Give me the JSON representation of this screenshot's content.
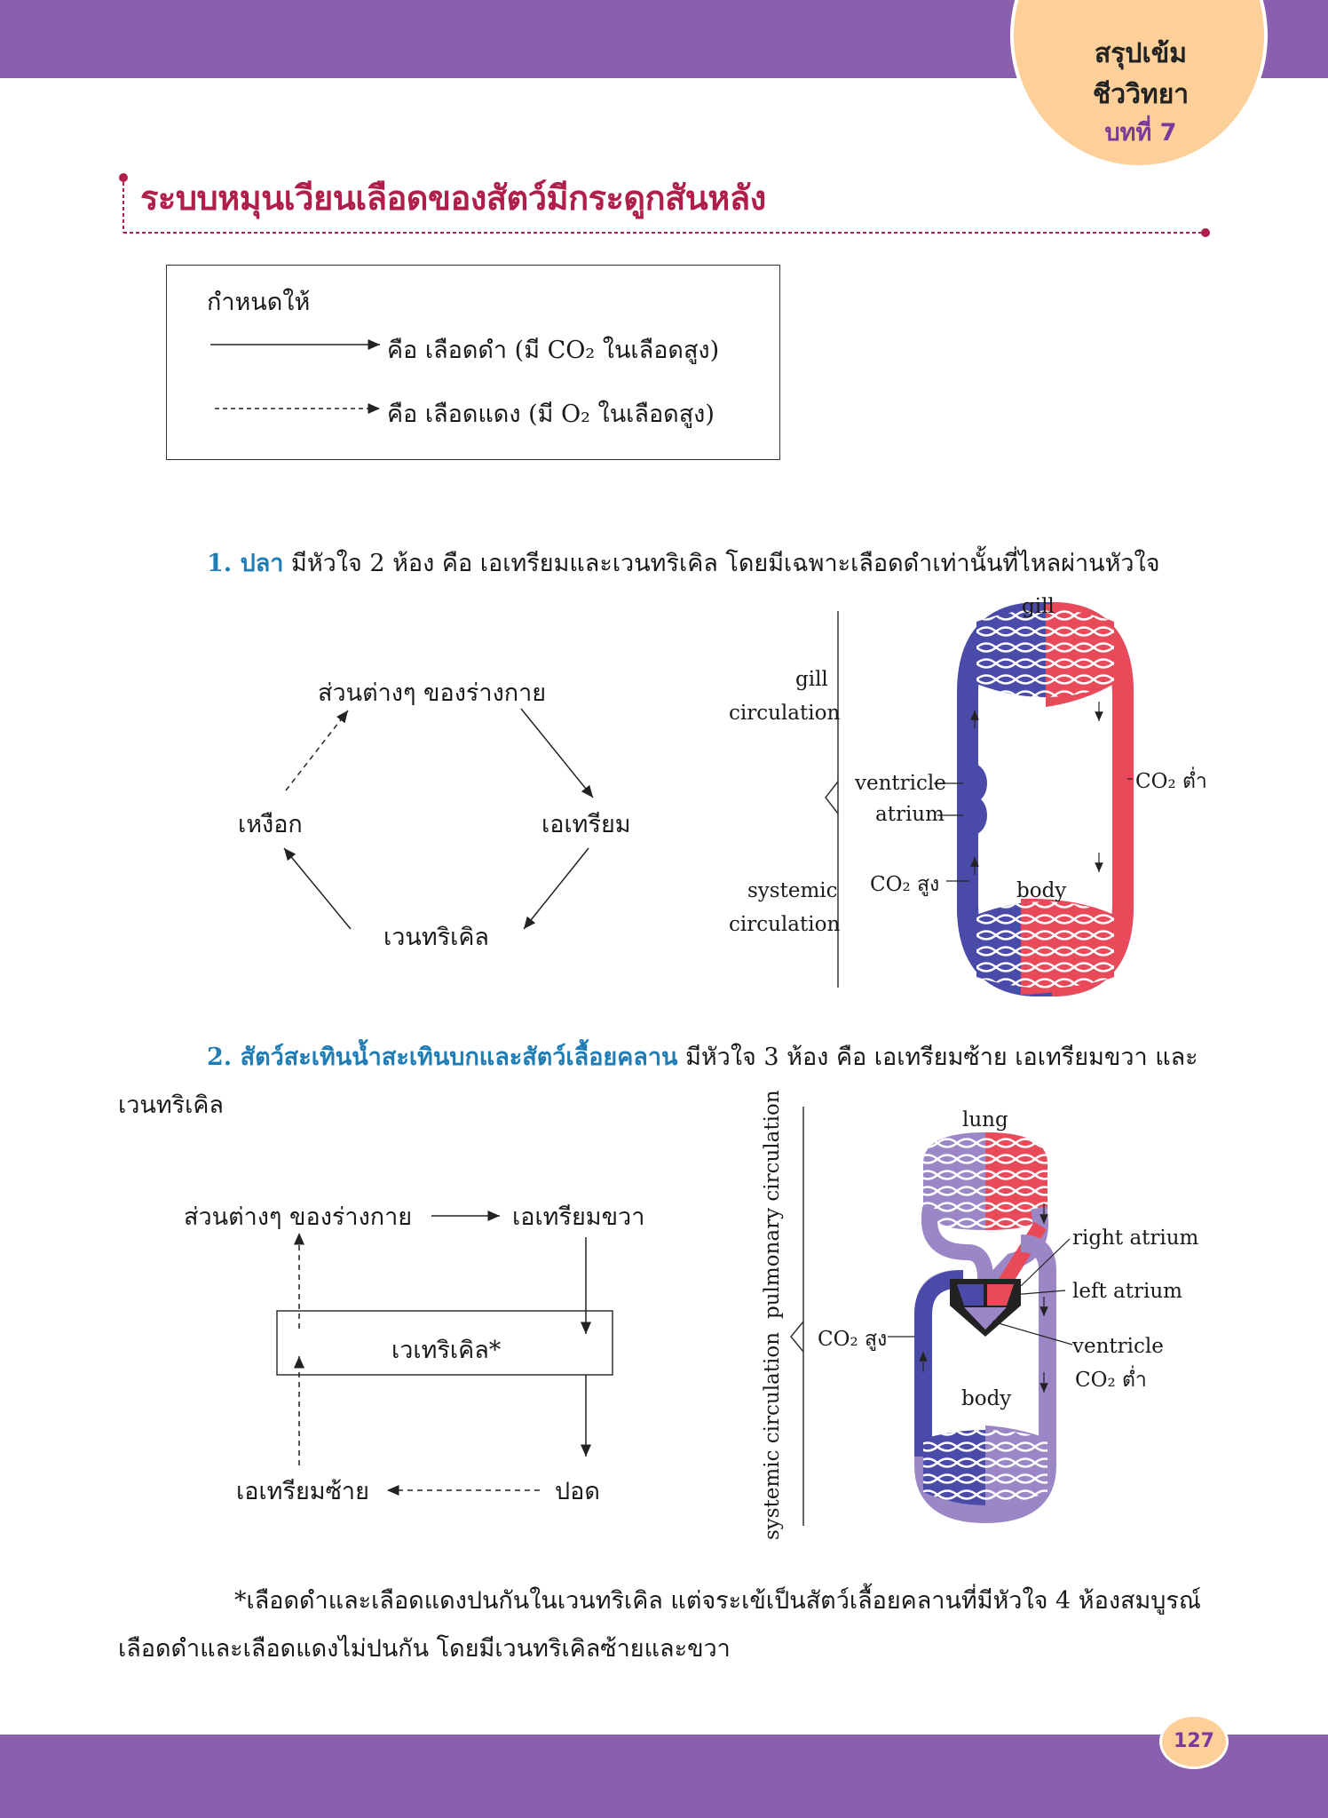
{
  "header": {
    "badge_line1": "สรุปเข้ม",
    "badge_line2": "ชีววิทยา",
    "badge_line3": "บทที่ 7"
  },
  "section_title": "ระบบหมุนเวียนเลือดของสัตว์มีกระดูกสันหลัง",
  "legend": {
    "heading": "กำหนดให้",
    "solid_label": "คือ เลือดดำ (มี CO₂ ในเลือดสูง)",
    "dashed_label": "คือ เลือดแดง (มี O₂ ในเลือดสูง)"
  },
  "fish": {
    "heading_num": "1. ปลา",
    "heading_rest": "มีหัวใจ 2 ห้อง คือ เอเทรียมและเวนทริเคิล โดยมีเฉพาะเลือดดำเท่านั้นที่ไหลผ่านหัวใจ",
    "cycle": {
      "body": "ส่วนต่างๆ ของร่างกาย",
      "atrium": "เอเทรียม",
      "ventricle": "เวนทริเคิล",
      "gill": "เหงือก"
    },
    "diagram": {
      "top": "gill",
      "gill_circ_1": "gill",
      "gill_circ_2": "circulation",
      "ventricle": "ventricle",
      "atrium": "atrium",
      "co2_high": "CO₂ สูง",
      "co2_low": "CO₂ ต่ำ",
      "systemic_1": "systemic",
      "systemic_2": "circulation",
      "body": "body"
    }
  },
  "amphibian": {
    "heading_num": "2. สัตว์สะเทินน้ำสะเทินบกและสัตว์เลื้อยคลาน",
    "heading_rest": "มีหัวใจ 3 ห้อง คือ เอเทรียมซ้าย เอเทรียมขวา และ",
    "heading_cont": "เวนทริเคิล",
    "flow": {
      "body": "ส่วนต่างๆ ของร่างกาย",
      "right_atrium": "เอเทรียมขวา",
      "ventricle": "เวเทริเคิล*",
      "left_atrium": "เอเทรียมซ้าย",
      "lung": "ปอด"
    },
    "diagram": {
      "lung": "lung",
      "pulmonary": "pulmonary  circulation",
      "systemic": "systemic  circulation",
      "right_atrium": "right atrium",
      "left_atrium": "left atrium",
      "ventricle": "ventricle",
      "co2_high": "CO₂ สูง",
      "co2_low": "CO₂ ต่ำ",
      "body": "body"
    }
  },
  "footnote_line1": "*เลือดดำและเลือดแดงปนกันในเวนทริเคิล แต่จระเข้เป็นสัตว์เลื้อยคลานที่มีหัวใจ 4 ห้องสมบูรณ์",
  "footnote_line2": "เลือดดำและเลือดแดงไม่ปนกัน โดยมีเวนทริเคิลซ้ายและขวา",
  "page_number": "127",
  "colors": {
    "purple_bar": "#8a5fae",
    "badge": "#fdd09a",
    "title": "#b01f4a",
    "blue_heading": "#1f7cb5",
    "blood_red": "#e94a5a",
    "blood_blue": "#4a4aa8",
    "blood_mixed": "#9b86c6"
  }
}
